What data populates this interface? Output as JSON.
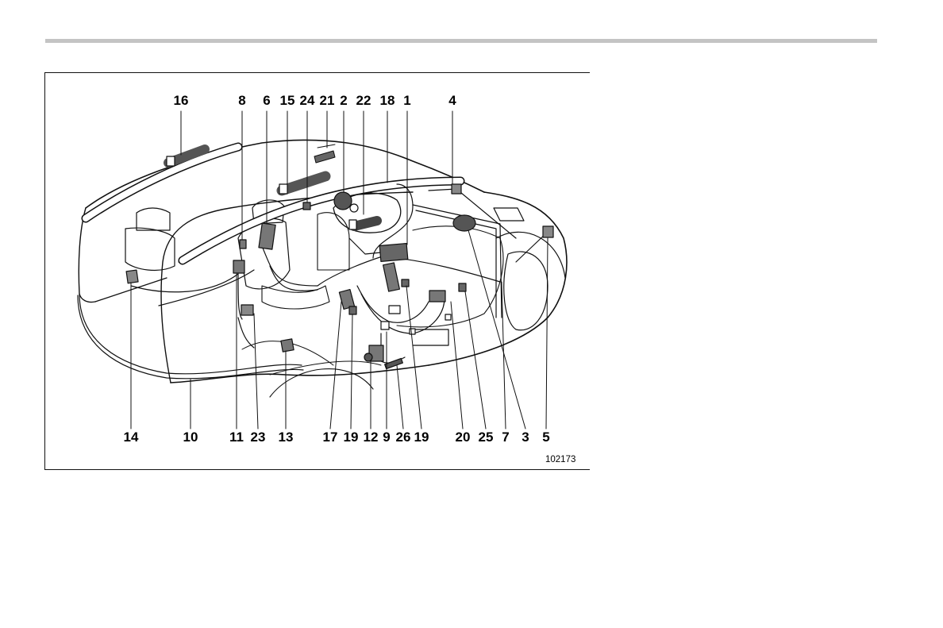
{
  "figure": {
    "number": "102173",
    "labels_top": [
      "16",
      "8",
      "6",
      "15",
      "24",
      "21",
      "2",
      "22",
      "18",
      "1",
      "4"
    ],
    "labels_bottom": [
      "14",
      "10",
      "11",
      "23",
      "13",
      "17",
      "19",
      "12",
      "9",
      "26",
      "19",
      "20",
      "25",
      "7",
      "3",
      "5"
    ]
  }
}
